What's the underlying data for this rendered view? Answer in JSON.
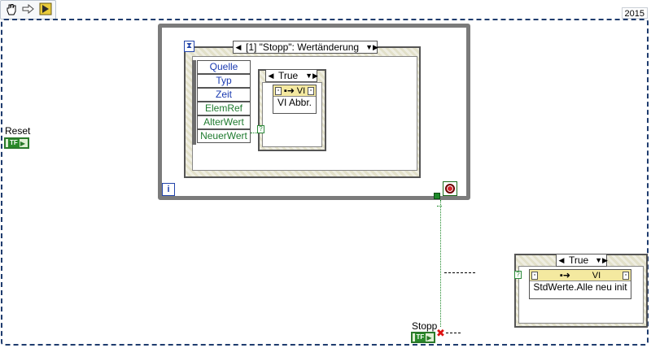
{
  "toolbar": {
    "run_icon": "hand-icon",
    "step_icon": "arrow-right-icon",
    "highlight_icon": "lightbulb-run-icon"
  },
  "version_label": "2015",
  "event_structure": {
    "selector_label": "[1] \"Stopp\": Wertänderung",
    "event_data": [
      {
        "label": "Quelle",
        "color": "#1a3ab0"
      },
      {
        "label": "Typ",
        "color": "#1a3ab0"
      },
      {
        "label": "Zeit",
        "color": "#1a3ab0"
      },
      {
        "label": "ElemRef",
        "color": "#1e7a2e"
      },
      {
        "label": "AlterWert",
        "color": "#1e7a2e"
      },
      {
        "label": "NeuerWert",
        "color": "#1e7a2e"
      }
    ]
  },
  "case_inner": {
    "selector_label": "True",
    "subvi_head": "VI",
    "subvi_label": "VI Abbr."
  },
  "case_outer": {
    "selector_label": "True",
    "subvi_head": "VI",
    "subvi_label": "StdWerte.Alle neu init"
  },
  "loop_iteration_label": "i",
  "reset_control": {
    "label": "Reset",
    "terminal": "TF"
  },
  "stopp_control": {
    "label": "Stopp",
    "terminal": "TF"
  }
}
